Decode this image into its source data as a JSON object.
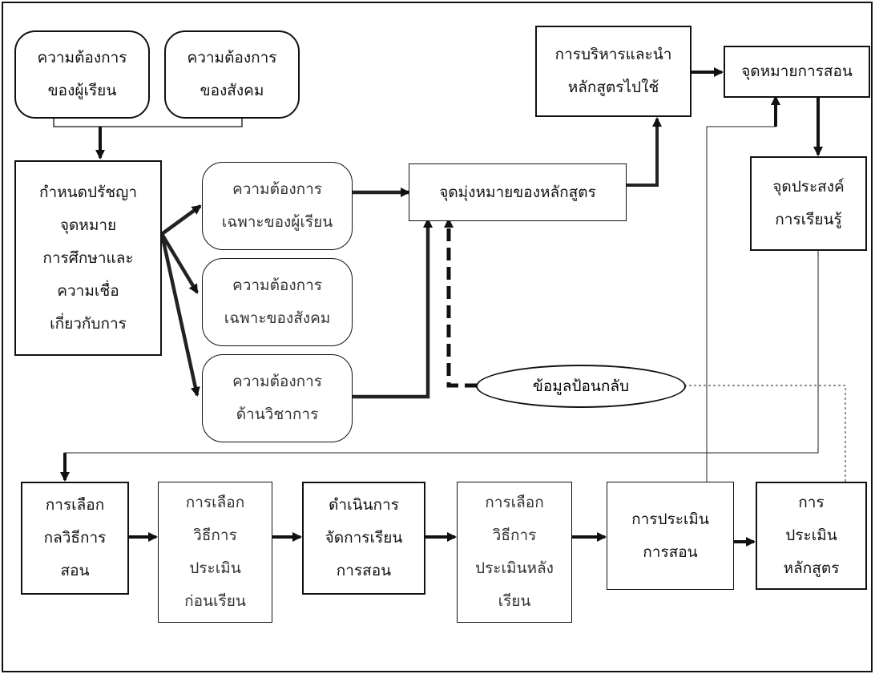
{
  "nodes": {
    "learner_needs": "ความต้องการ\nของผู้เรียน",
    "society_needs": "ความต้องการ\nของสังคม",
    "philosophy": "กำหนดปรัชญา\nจุดหมาย\nการศึกษาและ\nความเชื่อ\nเกี่ยวกับการ",
    "specific_learner_needs": "ความต้องการ\nเฉพาะของผู้เรียน",
    "specific_society_needs": "ความต้องการ\nเฉพาะของสังคม",
    "academic_needs": "ความต้องการ\nด้านวิชาการ",
    "curriculum_aims": "จุดมุ่งหมายของหลักสูตร",
    "curriculum_admin": "การบริหารและนำ\nหลักสูตรไปใช้",
    "teaching_goals": "จุดหมายการสอน",
    "learning_objectives": "จุดประสงค์\nการเรียนรู้",
    "feedback": "ข้อมูลป้อนกลับ",
    "select_strategy": "การเลือก\nกลวิธีการ\nสอน",
    "select_pre_eval": "การเลือก\nวิธีการ\nประเมิน\nก่อนเรียน",
    "conduct_teaching": "ดำเนินการ\nจัดการเรียน\nการสอน",
    "select_post_eval": "การเลือก\nวิธีการ\nประเมินหลัง\nเรียน",
    "teaching_eval": "การประเมิน\nการสอน",
    "curriculum_eval": "การ\nประเมิน\nหลักสูตร"
  },
  "colors": {
    "line": "#111111",
    "arrow": "#111111"
  }
}
